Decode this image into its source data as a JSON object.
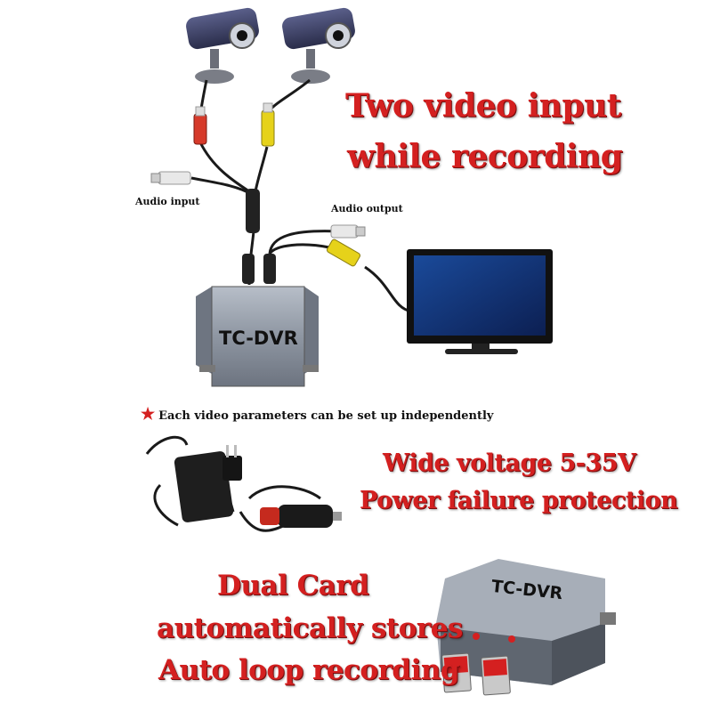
{
  "headline_top": {
    "line1": "Two video input",
    "line2": "while recording"
  },
  "labels": {
    "audio_input": "Audio input",
    "audio_output": "Audio output"
  },
  "dvr_label": "TC-DVR",
  "note": {
    "icon": "star-icon",
    "text": "Each video parameters can be set up independently"
  },
  "headline_power": {
    "line1": "Wide voltage 5-35V",
    "line2": "Power failure protection"
  },
  "headline_card": {
    "line1": "Dual Card",
    "line2": "automatically stores",
    "line3": "Auto loop recording"
  },
  "colors": {
    "accent": "#d42020",
    "cable_red": "#d63a2a",
    "cable_yellow": "#e6d21a",
    "cable_white": "#e8e8e8",
    "dvr_body": "#8f97a3"
  }
}
